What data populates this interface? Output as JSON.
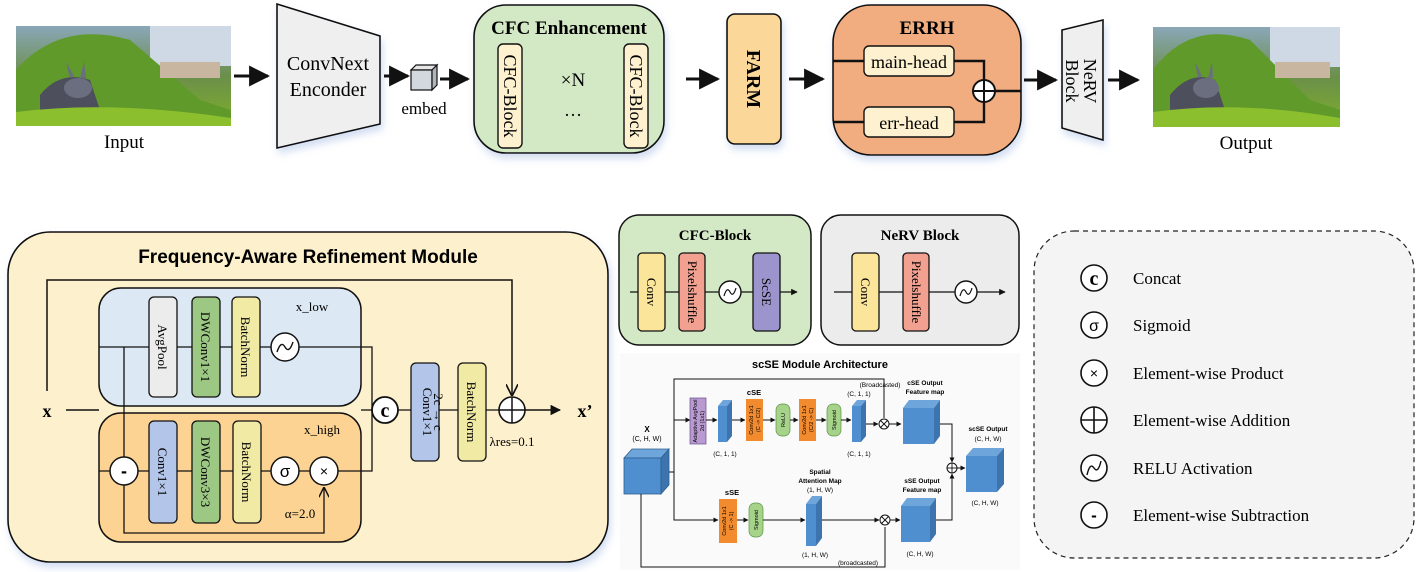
{
  "pipeline": {
    "input_label": "Input",
    "encoder_line1": "ConvNext",
    "encoder_line2": "Enconder",
    "embed_label": "embed",
    "cfc_enhancement_title": "CFC Enhancement",
    "cfc_block_label": "CFC-Block",
    "repeat_label": "×N",
    "ellipsis": "…",
    "farm_label": "FARM",
    "errh_title": "ERRH",
    "main_head_label": "main-head",
    "err_head_label": "err-head",
    "nerv_line1": "NeRV",
    "nerv_line2": "Block",
    "output_label": "Output"
  },
  "farm": {
    "title": "Frequency-Aware Refinement Module",
    "input_label": "x",
    "output_label": "x’",
    "low_branch": {
      "label": "x_low",
      "blocks": [
        "AvgPool",
        "DWConv1×1",
        "BatchNorm"
      ]
    },
    "high_branch": {
      "label": "x_high",
      "blocks": [
        "Conv1×1",
        "DWConv3×3",
        "BatchNorm"
      ],
      "alpha_label": "α=2.0"
    },
    "fuse_conv_line1": "Conv1×1",
    "fuse_conv_line2": "2c → c",
    "fuse_norm": "BatchNorm",
    "lambda_label": "λres=0.1",
    "concat_symbol": "c",
    "sigmoid_symbol": "σ",
    "product_symbol": "×",
    "subtract_symbol": "-"
  },
  "cfc_block": {
    "title": "CFC-Block",
    "blocks": [
      "Conv",
      "Pixelshuffle",
      "ScSE"
    ]
  },
  "nerv_block": {
    "title": "NeRV Block",
    "blocks": [
      "Conv",
      "Pixelshuffle"
    ]
  },
  "scse": {
    "title": "scSE Module Architecture",
    "input_label": "X",
    "input_shape": "(C, H, W)",
    "cse_label": "cSE",
    "sse_label": "sSE",
    "pool_line1": "Adaptive AvgPool",
    "pool_line2": "2d (1x1)",
    "pooled_shape": "(C, 1, 1)",
    "conv_a_line1": "Conv2d 1x1",
    "conv_a_line2": "(C -> C/2)",
    "relu": "ReLU",
    "conv_b_line1": "Conv2d 1x1",
    "conv_b_line2": "(C/2 -> C)",
    "sigmoid": "Sigmoid",
    "channel_att_shape_top": "(C, 1, 1)",
    "channel_att_shape_bottom": "(C, 1, 1)",
    "broadcasted_top": "(Broadcasted)",
    "cse_out_line1": "cSE Output",
    "cse_out_line2": "Feature map",
    "sse_conv_line1": "Conv2d 1x1",
    "sse_conv_line2": "(C -> 1)",
    "sse_sigmoid": "Sigmoid",
    "spatial_line1": "Spatial",
    "spatial_line2": "Attention Map",
    "spatial_shape": "(1, H, W)",
    "spatial_shape_bottom": "(1, H, W)",
    "broadcasted_bottom": "(broadcasted)",
    "sse_out_line1": "sSE Output",
    "sse_out_line2": "Feature map",
    "sse_out_shape": "(C, H, W)",
    "scse_out_line1": "scSE Output",
    "scse_out_shape_top": "(C, H, W)",
    "scse_out_shape_bottom": "(C, H, W)"
  },
  "legend": {
    "items": [
      {
        "icon": "concat-icon",
        "symbol": "c",
        "label": "Concat"
      },
      {
        "icon": "sigmoid-icon",
        "symbol": "σ",
        "label": "Sigmoid"
      },
      {
        "icon": "product-icon",
        "symbol": "×",
        "label": "Element-wise Product"
      },
      {
        "icon": "addition-icon",
        "symbol": "+",
        "label": "Element-wise Addition"
      },
      {
        "icon": "relu-icon",
        "symbol": "~",
        "label": "RELU Activation"
      },
      {
        "icon": "subtraction-icon",
        "symbol": "-",
        "label": "Element-wise Subtraction"
      }
    ]
  },
  "colors": {
    "cfc_green": "#d3e8c4",
    "farm_orange": "#fbd89a",
    "errh_orange": "#f1ad80",
    "head_cream": "#fdf1cf",
    "farm_panel": "#fdf0cd",
    "low_blue": "#dde8f5",
    "high_orange": "#fcd392",
    "block_gray": "#ececec",
    "block_green": "#9cc884",
    "block_yellow": "#f0eaa4",
    "block_blue": "#b3c6ea",
    "block_red": "#f2a190",
    "block_purple": "#9c94cc",
    "cube_blue": "#4f8fcf",
    "scse_orange": "#f28a2e",
    "scse_purple": "#b89ad0",
    "scse_green": "#a6d38a",
    "legend_bg": "#f4f4f4"
  }
}
